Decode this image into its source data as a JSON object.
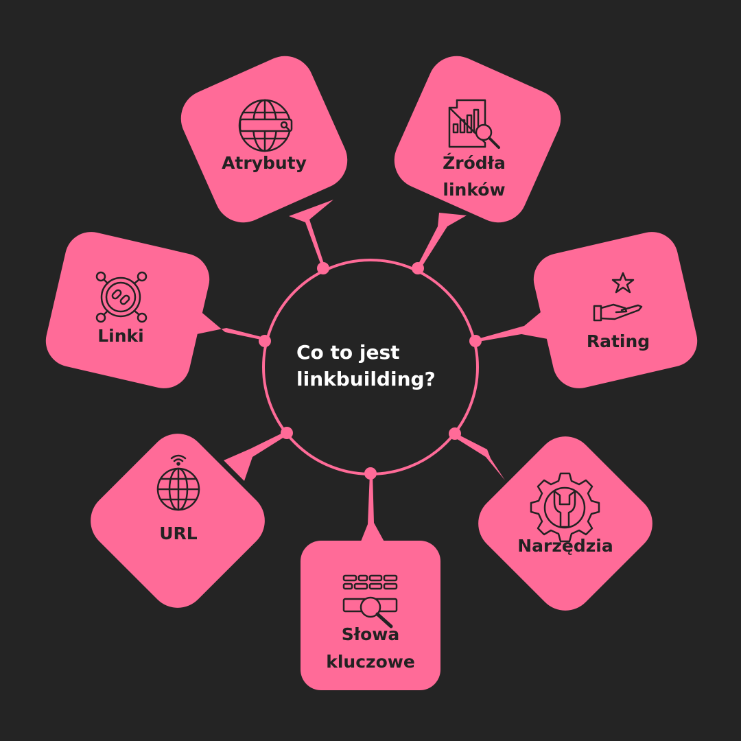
{
  "title_line1": "Co to jest",
  "title_line2": "linkbuilding?",
  "nodes": [
    {
      "label": "Atrybuty",
      "icon": "globe-search-bar-icon"
    },
    {
      "label": "Źródła",
      "label2": "linków",
      "icon": "document-chart-search-icon"
    },
    {
      "label": "Linki",
      "icon": "chain-link-network-icon"
    },
    {
      "label": "Rating",
      "icon": "hand-star-icon"
    },
    {
      "label": "URL",
      "icon": "globe-wifi-icon"
    },
    {
      "label": "Narzędzia",
      "icon": "gear-wrench-icon"
    },
    {
      "label": "Słowa",
      "label2": "kluczowe",
      "icon": "keyword-search-icon"
    }
  ],
  "colors": {
    "background": "#242424",
    "accent": "#ff6b98",
    "title": "#ffffff",
    "ink": "#222222"
  }
}
